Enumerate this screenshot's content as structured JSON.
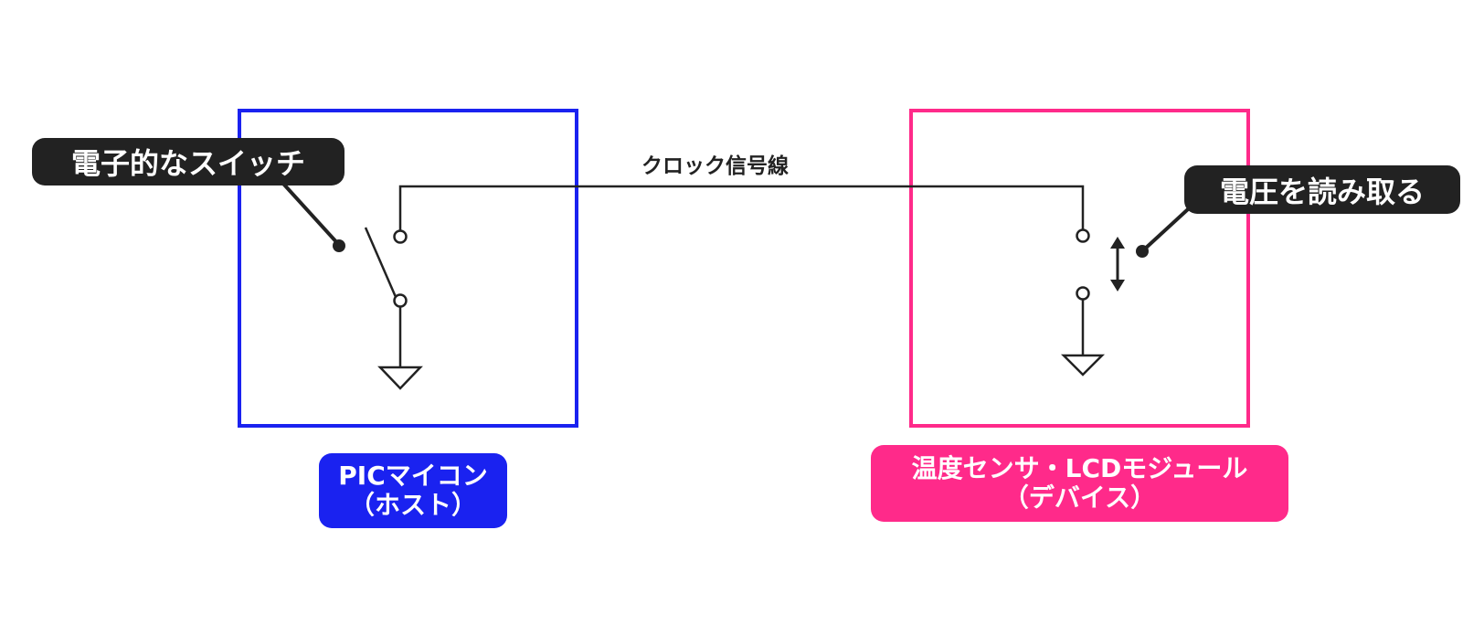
{
  "colors": {
    "host": "#1a22f0",
    "device": "#ff2a8a",
    "ink": "#222222",
    "background": "#ffffff"
  },
  "host": {
    "label_line1": "PICマイコン",
    "label_line2": "（ホスト）"
  },
  "device": {
    "label_line1": "温度センサ・LCDモジュール",
    "label_line2": "（デバイス）"
  },
  "signal_line_label": "クロック信号線",
  "callouts": {
    "switch": "電子的なスイッチ",
    "read_voltage": "電圧を読み取る"
  },
  "icons": {
    "host_switch": "switch-icon",
    "host_ground": "ground-icon",
    "device_ground": "ground-icon",
    "device_voltage_probe": "double-arrow-icon"
  }
}
